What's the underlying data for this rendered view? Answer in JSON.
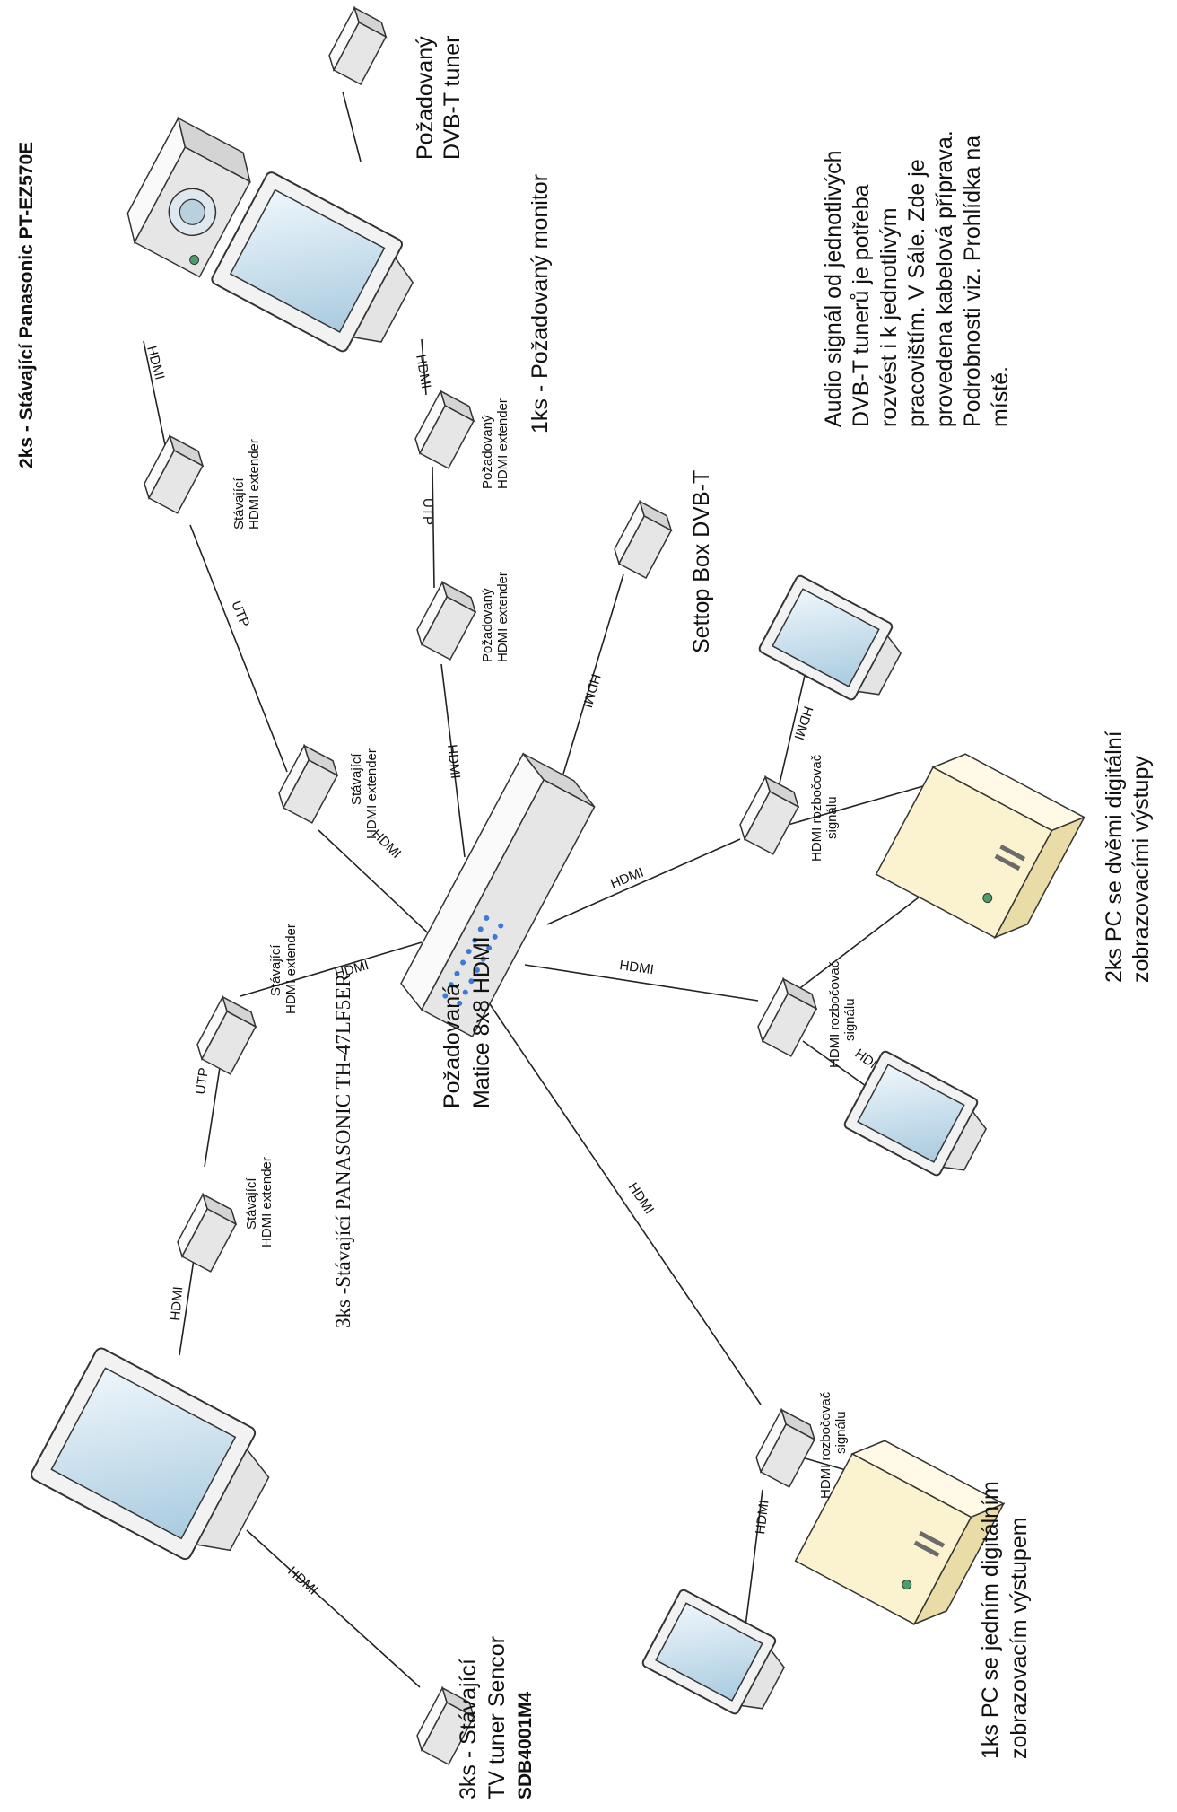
{
  "labels": {
    "projector": "2ks - Stávající Panasonic PT-EZ570E",
    "dvbt_tuner_line1": "Požadovaný",
    "dvbt_tuner_line2": "DVB-T tuner",
    "monitor_required": "1ks - Požadovaný monitor",
    "audio_note": [
      "Audio signál od jednotlivých",
      "DVB-T tunerů je potřeba",
      "rozvést i k jednotlivým",
      "pracovištím. V Sále. Zde je",
      "provedena kabelová příprava.",
      "Podrobnosti viz. Prohlídka na",
      "místě."
    ],
    "settop_box": "Settop Box DVB-T",
    "existing_extender_line1": "Stávající",
    "existing_extender_line2": "HDMI extender",
    "required_extender_line1": "Požadovaný",
    "required_extender_line2": "HDMI extender",
    "splitter_line1": "HDMI rozbočovač",
    "splitter_line2": "signálu",
    "pc_dual_line1": "2ks PC se dvěmi digitální",
    "pc_dual_line2": "zobrazovacími výstupy",
    "matrix_line1": "Požadovaná",
    "matrix_line2": "Matice 8x8 HDMI",
    "panasonic_tv": "3ks -Stávající PANASONIC TH-47LF5ER",
    "pc_single_line1": "1ks PC se jedním digitálním",
    "pc_single_line2": "zobrazovacím výstupem",
    "tuner_sencor_line1": "3ks - Stávající",
    "tuner_sencor_line2": "TV tuner Sencor",
    "tuner_sencor_line3": "SDB4001M4"
  },
  "connections": {
    "hdmi": "HDMI",
    "utp": "UTP"
  },
  "colors": {
    "screen_light": "#eef6fb",
    "screen_dark": "#a9cbe0",
    "pc_case": "#fbf2cf",
    "line": "#222222"
  }
}
